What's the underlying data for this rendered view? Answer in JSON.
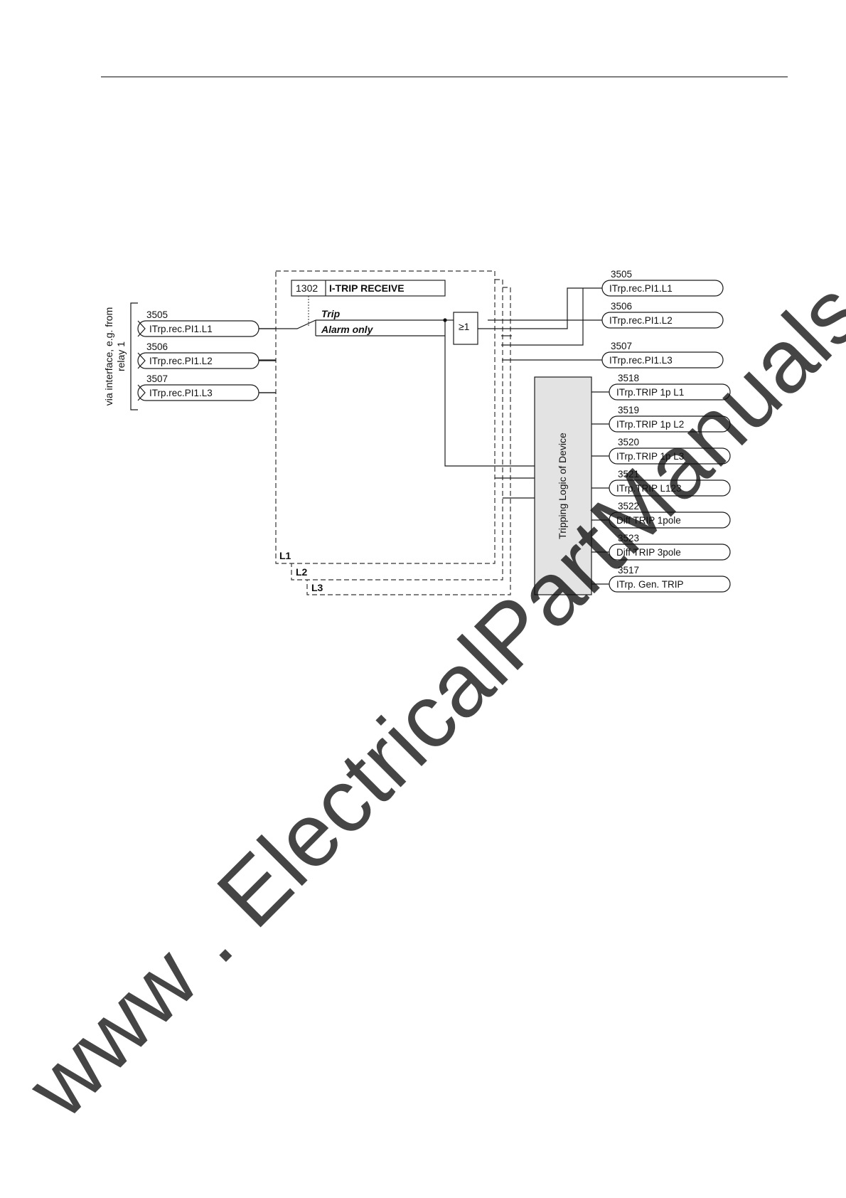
{
  "block": {
    "number": "1302",
    "title": "I-TRIP RECEIVE"
  },
  "switch": {
    "trip": "Trip",
    "alarm": "Alarm only"
  },
  "or_gate": "≥1",
  "side_label": {
    "line1": "via interface, e.g. from",
    "line2": "relay 1"
  },
  "inputs": [
    {
      "number": "3505",
      "label": "ITrp.rec.PI1.L1"
    },
    {
      "number": "3506",
      "label": "ITrp.rec.PI1.L2"
    },
    {
      "number": "3507",
      "label": "ITrp.rec.PI1.L3"
    }
  ],
  "phases": [
    "L1",
    "L2",
    "L3"
  ],
  "outputs_upper": [
    {
      "number": "3505",
      "label": "ITrp.rec.PI1.L1"
    },
    {
      "number": "3506",
      "label": "ITrp.rec.PI1.L2"
    },
    {
      "number": "3507",
      "label": "ITrp.rec.PI1.L3"
    }
  ],
  "logic_block": "Tripping Logic of Device",
  "outputs_lower": [
    {
      "number": "3518",
      "label": "ITrp.TRIP 1p L1"
    },
    {
      "number": "3519",
      "label": "ITrp.TRIP 1p L2"
    },
    {
      "number": "3520",
      "label": "ITrp.TRIP 1p L3"
    },
    {
      "number": "3521",
      "label": "ITrp.TRIP L123"
    },
    {
      "number": "3522",
      "label": "Diff TRIP 1pole"
    },
    {
      "number": "3523",
      "label": "Diff TRIP 3pole"
    },
    {
      "number": "3517",
      "label": "ITrp. Gen. TRIP"
    }
  ],
  "watermark": "www . ElectricalPartManuals . com",
  "colors": {
    "logic_block_fill": "#e3e3e3",
    "line": "#1a1a1a",
    "watermark": "#8a8a8a"
  }
}
